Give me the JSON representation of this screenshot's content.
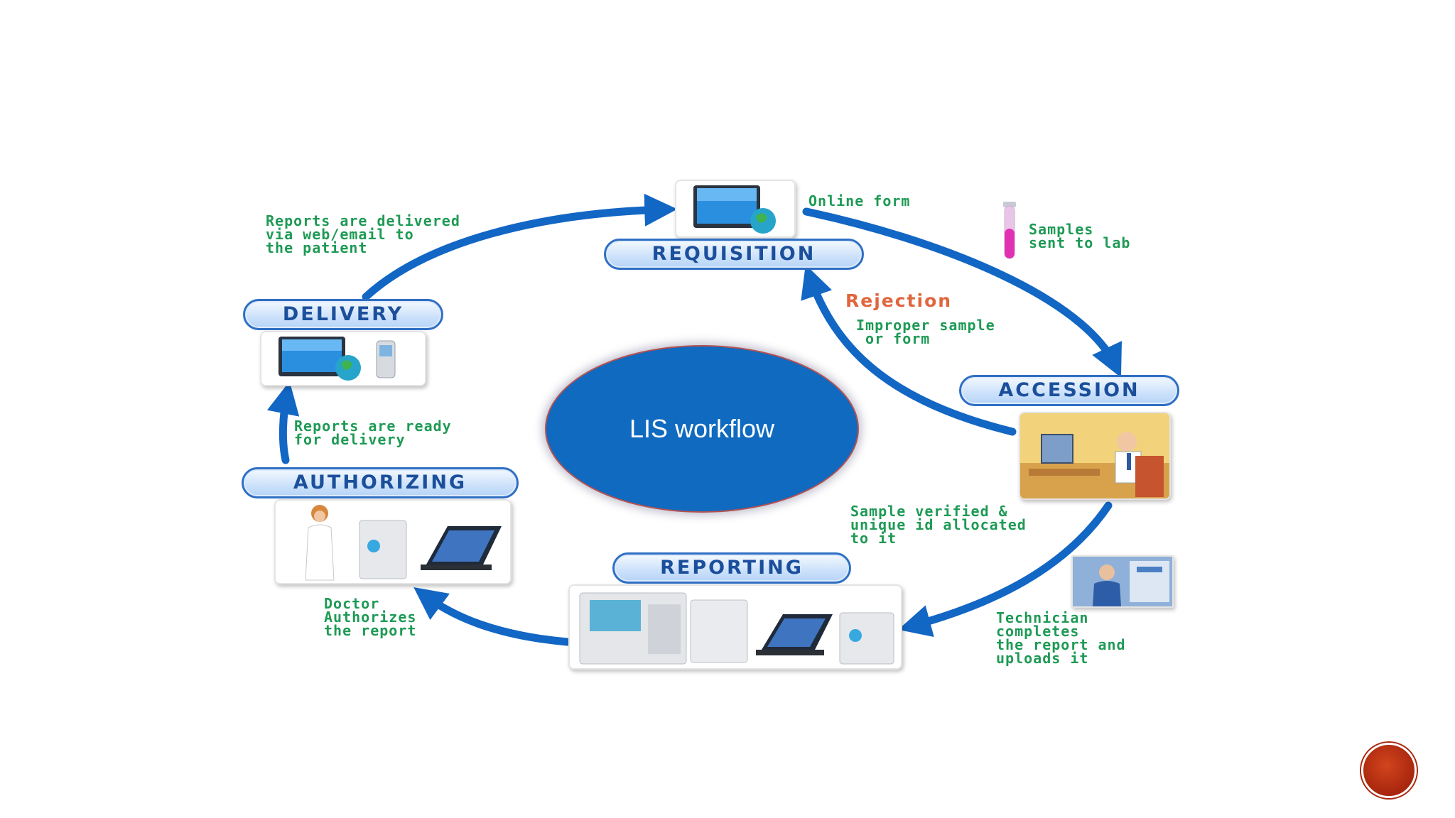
{
  "center": {
    "title": "LIS workflow"
  },
  "stages": {
    "requisition": "REQUISITION",
    "accession": "ACCESSION",
    "reporting": "REPORTING",
    "authorizing": "AUTHORIZING",
    "delivery": "DELIVERY"
  },
  "notes": {
    "online_form": "Online form",
    "samples_sent": "Samples\nsent to lab",
    "rejection_title": "Rejection",
    "rejection_text": "Improper sample\n or form",
    "sample_verified": "Sample verified &\nunique id allocated\nto it",
    "technician": "Technician\ncompletes\nthe report and\nuploads it",
    "doctor": "Doctor\nAuthorizes\nthe report",
    "reports_ready": "Reports are ready\nfor delivery",
    "reports_delivered": "Reports are delivered\nvia web/email to\nthe patient"
  },
  "colors": {
    "arrow": "#1266c4",
    "stage_text": "#1b4f9b",
    "note_text": "#1e9a55",
    "rejection_title": "#e0663e",
    "center_fill": "#0f6ac0",
    "nav_button": "#b8300f"
  },
  "icons": {
    "requisition": "computer-globe-icon",
    "samples": "test-tube-icon",
    "accession": "office-worker-icon",
    "technician": "technician-photo-icon",
    "reporting": "lab-equipment-icon",
    "authorizing": "doctor-equipment-icon",
    "delivery": "computer-phone-icon"
  }
}
